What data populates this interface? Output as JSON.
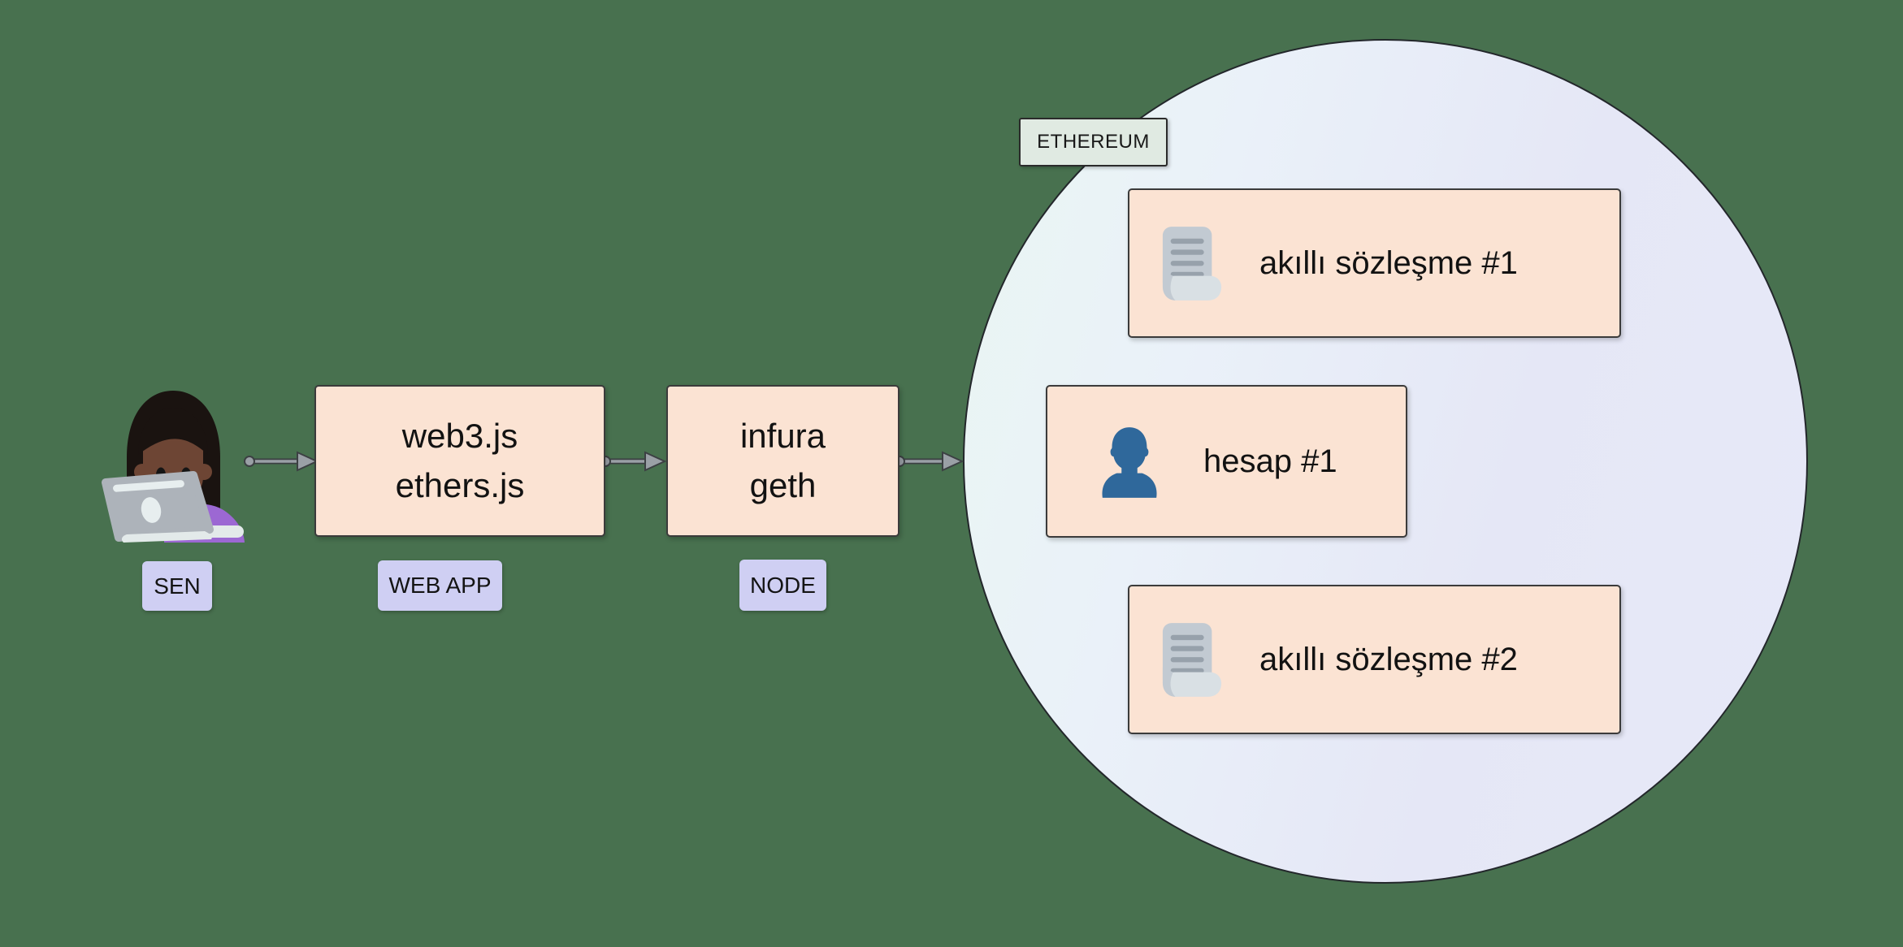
{
  "flow": {
    "user": {
      "badge": "SEN",
      "icon": "woman-technologist-emoji"
    },
    "webapp": {
      "line1": "web3.js",
      "line2": "ethers.js",
      "badge": "WEB APP"
    },
    "node": {
      "line1": "infura",
      "line2": "geth",
      "badge": "NODE"
    }
  },
  "network": {
    "badge": "ETHEREUM",
    "items": [
      {
        "icon": "scroll-icon",
        "label": "akıllı sözleşme #1"
      },
      {
        "icon": "user-icon",
        "label": "hesap #1"
      },
      {
        "icon": "scroll-icon",
        "label": "akıllı sözleşme #2"
      }
    ]
  },
  "colors": {
    "background": "#48714F",
    "box_fill": "#FBE3D3",
    "box_border": "#3B3B3B",
    "badge_fill": "#CFCFF3",
    "ethereum_badge_fill": "#E0EAE2",
    "circle_gradient_start": "#E9F6F2",
    "circle_gradient_end": "#E7E9F8",
    "arrow_gray": "#9AA0A6",
    "arrow_outline": "#3C4043",
    "account_icon_blue": "#2F689B",
    "contract_icon_gray": "#C2CAD2",
    "emoji_shirt_purple": "#9C68D3",
    "emoji_laptop_gray": "#ADB3BA"
  }
}
